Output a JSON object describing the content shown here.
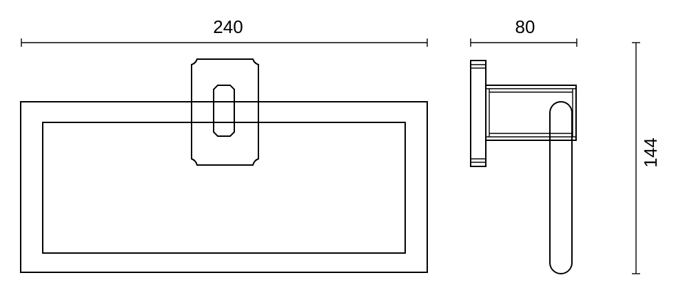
{
  "dimensions": {
    "width_label": "240",
    "depth_label": "80",
    "height_label": "144"
  }
}
